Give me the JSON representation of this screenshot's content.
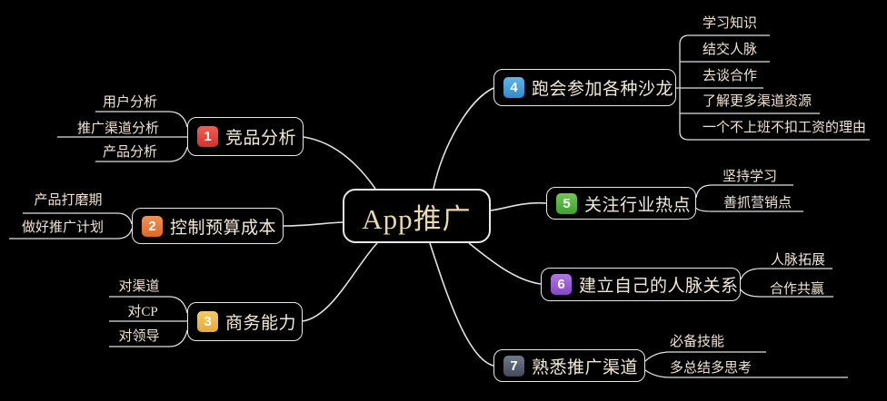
{
  "central": {
    "label": "App推广"
  },
  "branches": [
    {
      "num": "1",
      "label": "竞品分析",
      "badge_color": "#e23b35",
      "children": [
        "用户分析",
        "推广渠道分析",
        "产品分析"
      ]
    },
    {
      "num": "2",
      "label": "控制预算成本",
      "badge_color": "#e6792f",
      "children": [
        "产品打磨期",
        "做好推广计划"
      ]
    },
    {
      "num": "3",
      "label": "商务能力",
      "badge_color": "#eebb3d",
      "children": [
        "对渠道",
        "对CP",
        "对领导"
      ]
    },
    {
      "num": "4",
      "label": "跑会参加各种沙龙",
      "badge_color": "#45a1de",
      "children": [
        "学习知识",
        "结交人脉",
        "去谈合作",
        "了解更多渠道资源",
        "一个不上班不扣工资的理由"
      ]
    },
    {
      "num": "5",
      "label": "关注行业热点",
      "badge_color": "#55b43e",
      "children": [
        "坚持学习",
        "善抓营销点"
      ]
    },
    {
      "num": "6",
      "label": "建立自己的人脉关系",
      "badge_color": "#9a57d6",
      "children": [
        "人脉拓展",
        "合作共赢"
      ]
    },
    {
      "num": "7",
      "label": "熟悉推广渠道",
      "badge_color": "#515a6a",
      "children": [
        "必备技能",
        "多总结多思考"
      ]
    }
  ],
  "colors": {
    "background": "#000000",
    "connector_line": "#e3e3e3",
    "node_border": "#e9e9e9",
    "central_text": "#ecd9a9",
    "branch_text": "#f3ead6",
    "subtopic_text": "#f1e3d3",
    "badge_text": "#ffffff"
  }
}
